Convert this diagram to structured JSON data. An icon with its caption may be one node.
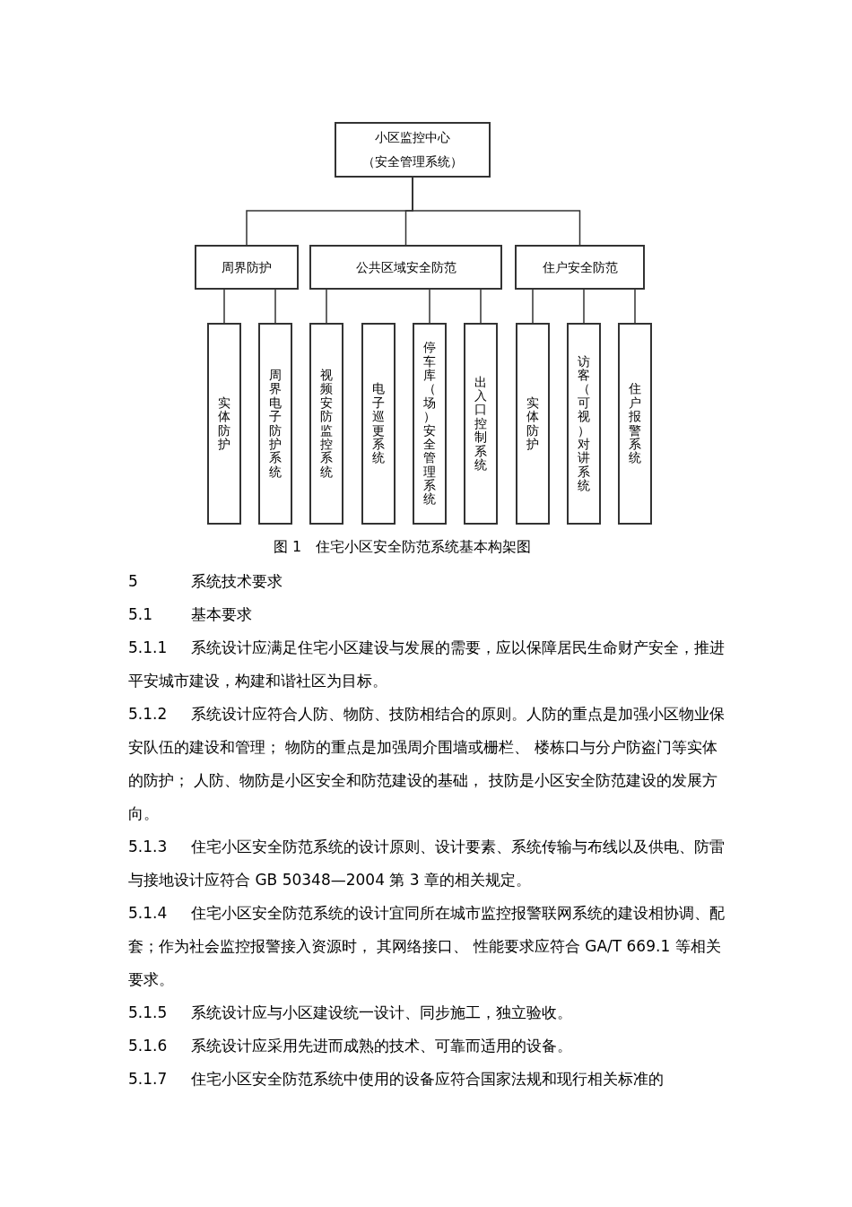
{
  "diagram": {
    "caption": "图 1　住宅小区安全防范系统基本构架图",
    "nodes": [
      {
        "text": [
          "小区监控中心",
          "（安全管理系统）"
        ]
      },
      {
        "text": [
          "周界防护"
        ]
      },
      {
        "text": [
          "公共区域安全防范"
        ]
      },
      {
        "text": [
          "住户安全防范"
        ]
      },
      {
        "text": [
          "实体防护"
        ]
      },
      {
        "text": [
          "周界电子防护系统"
        ]
      },
      {
        "text": [
          "视频安防监控系统"
        ]
      },
      {
        "text": [
          "电子巡更系统"
        ]
      },
      {
        "text": [
          "停车库（场）安全管理系统"
        ]
      },
      {
        "text": [
          "出入口控制系统"
        ]
      },
      {
        "text": [
          "实体防护"
        ]
      },
      {
        "text": [
          "访客（可视）对讲系统"
        ]
      },
      {
        "text": [
          "住户报警系统"
        ]
      }
    ],
    "edges": [
      {
        "from": 0,
        "to": 1,
        "arrow": "none"
      },
      {
        "from": 0,
        "to": 2,
        "arrow": "none"
      },
      {
        "from": 0,
        "to": 3,
        "arrow": "none"
      },
      {
        "from": 1,
        "to": 4,
        "arrow": "none"
      },
      {
        "from": 1,
        "to": 5,
        "arrow": "none"
      },
      {
        "from": 2,
        "to": 6,
        "arrow": "none"
      },
      {
        "from": 2,
        "to": 8,
        "arrow": "none"
      },
      {
        "from": 2,
        "to": 9,
        "arrow": "none"
      },
      {
        "from": 3,
        "to": 10,
        "arrow": "none"
      },
      {
        "from": 3,
        "to": 11,
        "arrow": "none"
      },
      {
        "from": 3,
        "to": 12,
        "arrow": "none"
      }
    ],
    "labels": [
      "5",
      "系统技术要求",
      "5.1",
      "基本要求",
      "5.1.1",
      "系统设计应满足住宅小区建设与发展的需要，应以保障居民生命财产安全，推进平安城市建设，构建和谐社区为目标。",
      "5.1.2",
      "系统设计应符合人防、物防、技防相结合的原则。人防的重点是加强小区物业保安队伍的建设和管理； 物防的重点是加强周介围墙或栅栏、 楼栋口与分户防盗门等实体的防护； 人防、物防是小区安全和防范建设的基础， 技防是小区安全防范建设的发展方向。",
      "5.1.3",
      "住宅小区安全防范系统的设计原则、设计要素、系统传输与布线以及供电、防雷与接地设计应符合 GB 50348—2004 第 3 章的相关规定。",
      "5.1.4",
      "住宅小区安全防范系统的设计宜同所在城市监控报警联网系统的建设相协调、配套；作为社会监控报警接入资源时， 其网络接口、 性能要求应符合 GA/T 669.1 等相关要求。",
      "5.1.5",
      "系统设计应与小区建设统一设计、同步施工，独立验收。",
      "5.1.6",
      "系统设计应采用先进而成熟的技术、可靠而适用的设备。",
      "5.1.7",
      "住宅小区安全防范系统中使用的设备应符合国家法规和现行相关标准的"
    ]
  }
}
